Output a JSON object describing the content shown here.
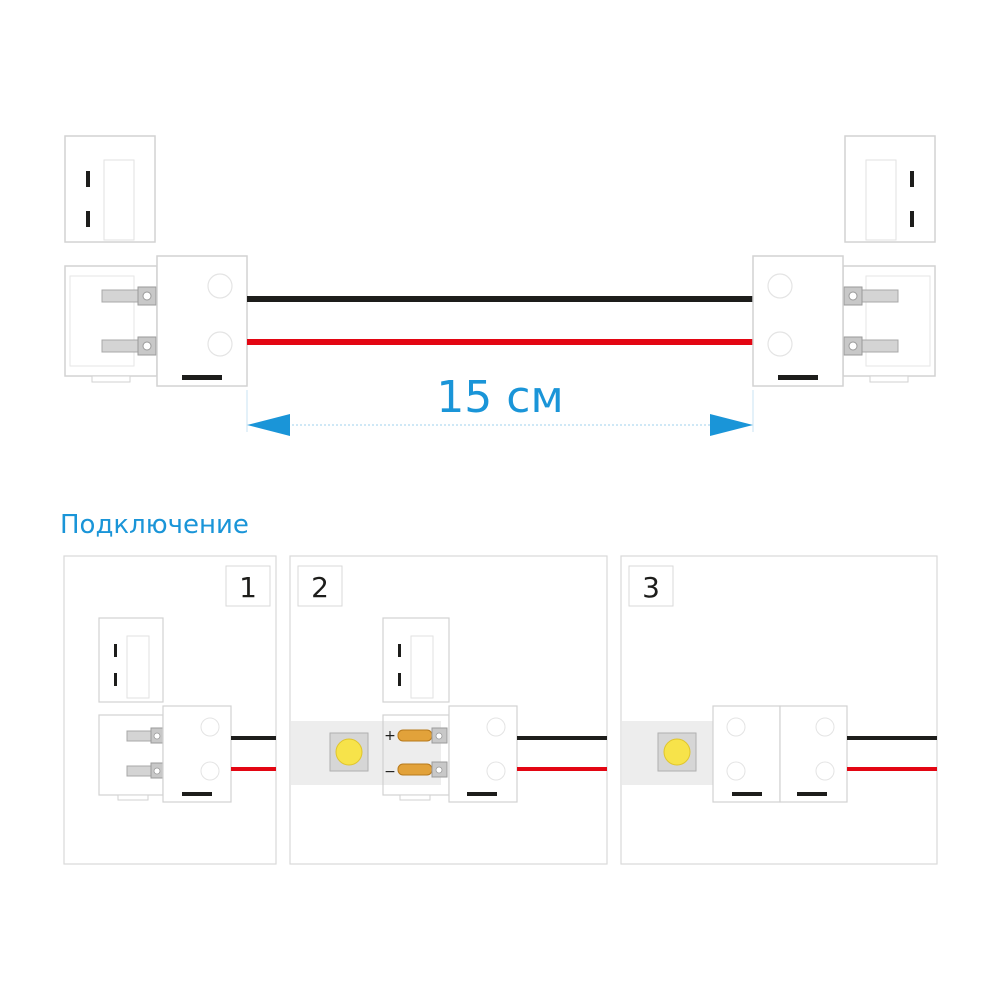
{
  "colors": {
    "accent": "#1a95d8",
    "wire_black": "#1d1d1b",
    "wire_red": "#e30613",
    "outline": "#cfcfcf",
    "panel_border": "#d9d9d9",
    "led_yellow": "#f7e34a",
    "contact_gold": "#e2a23a",
    "strip_fill": "#ededed"
  },
  "diagram": {
    "length_label": "15 см",
    "section_title": "Подключение",
    "steps": [
      {
        "number": "1"
      },
      {
        "number": "2",
        "plus_label": "+",
        "minus_label": "−"
      },
      {
        "number": "3"
      }
    ]
  }
}
